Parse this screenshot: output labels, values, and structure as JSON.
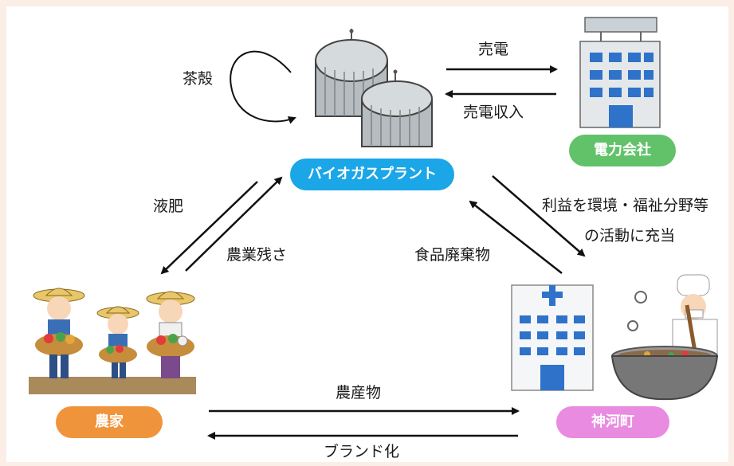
{
  "nodes": {
    "biogas_plant": {
      "label": "バイオガスプラント",
      "color": "#1ba6e8"
    },
    "power_company": {
      "label": "電力会社",
      "color": "#62c26a"
    },
    "farmers": {
      "label": "農家",
      "color": "#f0943c"
    },
    "town": {
      "label": "神河町",
      "color": "#e98be0"
    }
  },
  "edges": {
    "tea_husk": "茶殻",
    "power_sale": "売電",
    "power_revenue": "売電収入",
    "liquid_fertilizer": "液肥",
    "agri_residue": "農業残さ",
    "food_waste": "食品廃棄物",
    "profit_line1": "利益を環境・福祉分野等",
    "profit_line2": "の活動に充当",
    "produce": "農産物",
    "branding": "ブランド化"
  }
}
